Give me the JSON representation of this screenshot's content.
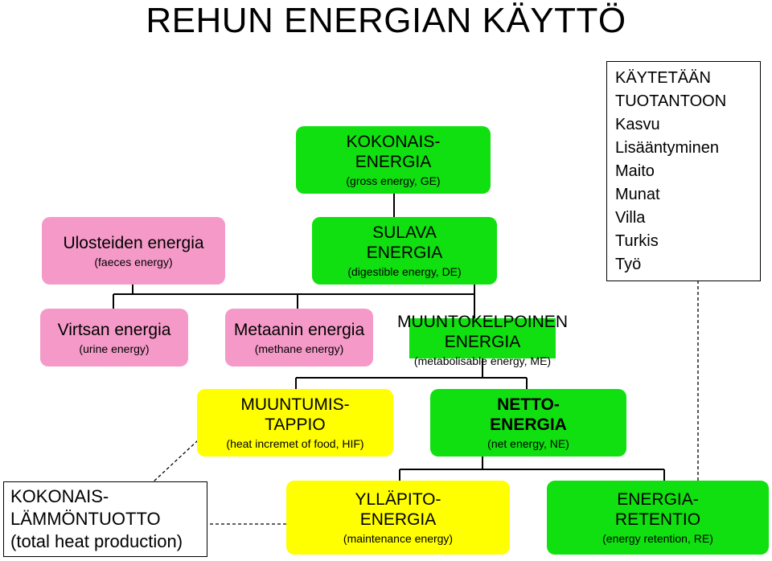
{
  "title": "REHUN ENERGIAN KÄYTTÖ",
  "boxes": {
    "gross_energy": {
      "line1": "KOKONAIS-",
      "line2": "ENERGIA",
      "sub": "(gross energy, GE)"
    },
    "digestible_energy": {
      "line1": "SULAVA",
      "line2": "ENERGIA",
      "sub": "(digestible energy, DE)"
    },
    "faeces_energy": {
      "line1": "Ulosteiden energia",
      "sub": "(faeces energy)"
    },
    "urine_energy": {
      "line1": "Virtsan energia",
      "sub": "(urine energy)"
    },
    "methane_energy": {
      "line1": "Metaanin energia",
      "sub": "(methane energy)"
    },
    "metabolisable_energy": {
      "line1": "MUUNTOKELPOINEN",
      "line2": "ENERGIA",
      "sub": "(metabolisable energy, ME)"
    },
    "heat_increment": {
      "line1": "MUUNTUMIS-",
      "line2": "TAPPIO",
      "sub": "(heat incremet of food, HIF)"
    },
    "net_energy": {
      "line1": "NETTO-",
      "line2": "ENERGIA",
      "sub": "(net energy, NE)"
    },
    "total_heat_production": {
      "line1": "KOKONAIS-",
      "line2": "LÄMMÖNTUOTTO",
      "line3": "(total heat production)"
    },
    "maintenance_energy": {
      "line1": "YLLÄPITO-",
      "line2": "ENERGIA",
      "sub": "(maintenance energy)"
    },
    "energy_retention": {
      "line1": "ENERGIA-",
      "line2": "RETENTIO",
      "sub": "(energy retention, RE)"
    },
    "used_for_production": {
      "heading1": "KÄYTETÄÄN",
      "heading2": "TUOTANTOON",
      "items": [
        "Kasvu",
        "Lisääntyminen",
        "Maito",
        "Munat",
        "Villa",
        "Turkis",
        "Työ"
      ]
    }
  },
  "colors": {
    "green": "#10e010",
    "pink": "#f59ac8",
    "yellow": "#ffff00",
    "line": "#000000"
  }
}
